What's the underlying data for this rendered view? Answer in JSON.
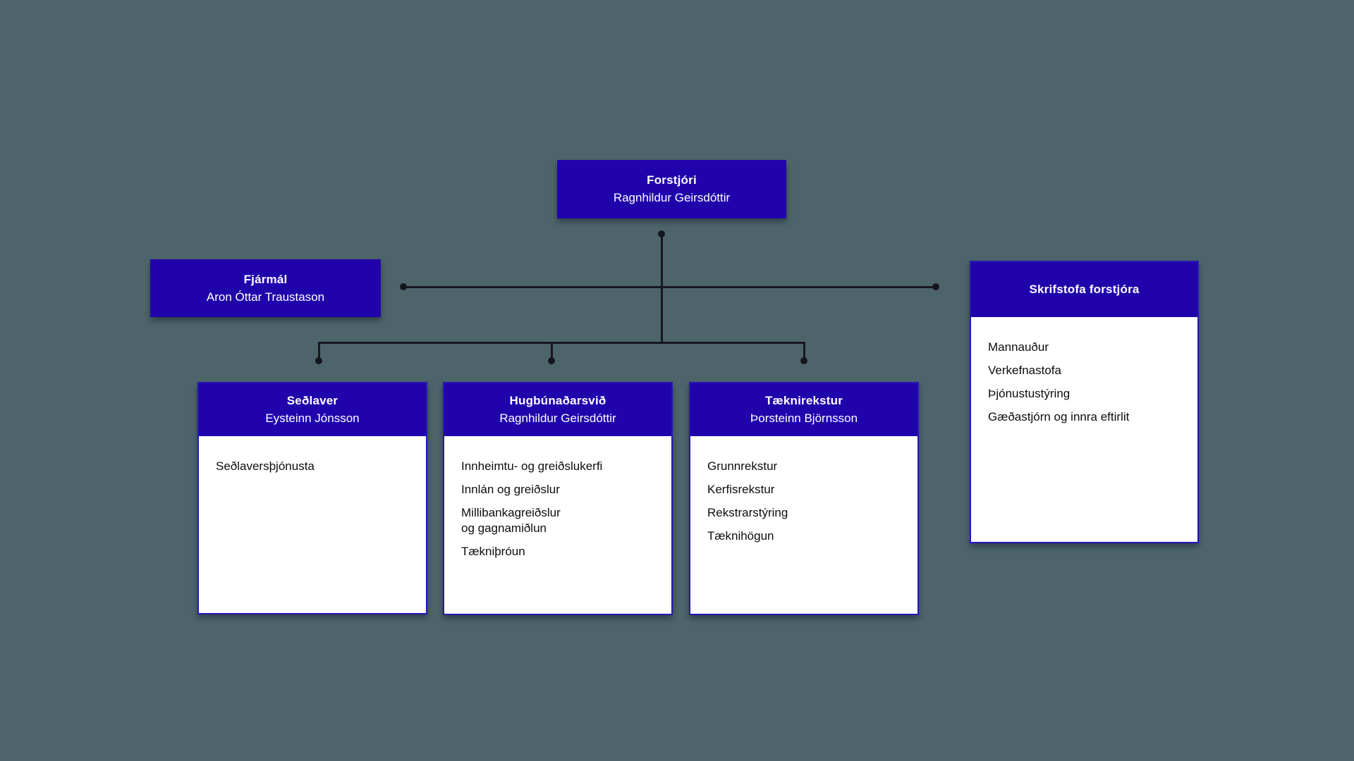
{
  "palette": {
    "background": "#4d656a",
    "node_header_blue": "#2103ac",
    "node_border_blue": "#2817b4",
    "connector_color": "#17171f",
    "header_text": "#ffffff",
    "body_text": "#0d0d12"
  },
  "org_chart": {
    "root": {
      "title": "Forstjóri",
      "subtitle": "Ragnhildur Geirsdóttir"
    },
    "finance": {
      "title": "Fjármál",
      "subtitle": "Aron Óttar Traustason"
    },
    "office": {
      "title": "Skrifstofa forstjóra",
      "items": [
        "Mannauður",
        "Verkefnastofa",
        "Þjónustustýring",
        "Gæðastjórn og innra eftirlit"
      ]
    },
    "departments": [
      {
        "title": "Seðlaver",
        "subtitle": "Eysteinn Jónsson",
        "items": [
          "Seðlaversþjónusta"
        ]
      },
      {
        "title": "Hugbúnaðarsvið",
        "subtitle": "Ragnhildur Geirsdóttir",
        "items": [
          "Innheimtu- og greiðslukerfi",
          "Innlán og greiðslur",
          "Millibankagreiðslur\nog gagnamiðlun",
          "Tækniþróun"
        ]
      },
      {
        "title": "Tæknirekstur",
        "subtitle": "Þorsteinn Björnsson",
        "items": [
          "Grunnrekstur",
          "Kerfisrekstur",
          "Rekstrarstýring",
          "Tæknihögun"
        ]
      }
    ]
  }
}
